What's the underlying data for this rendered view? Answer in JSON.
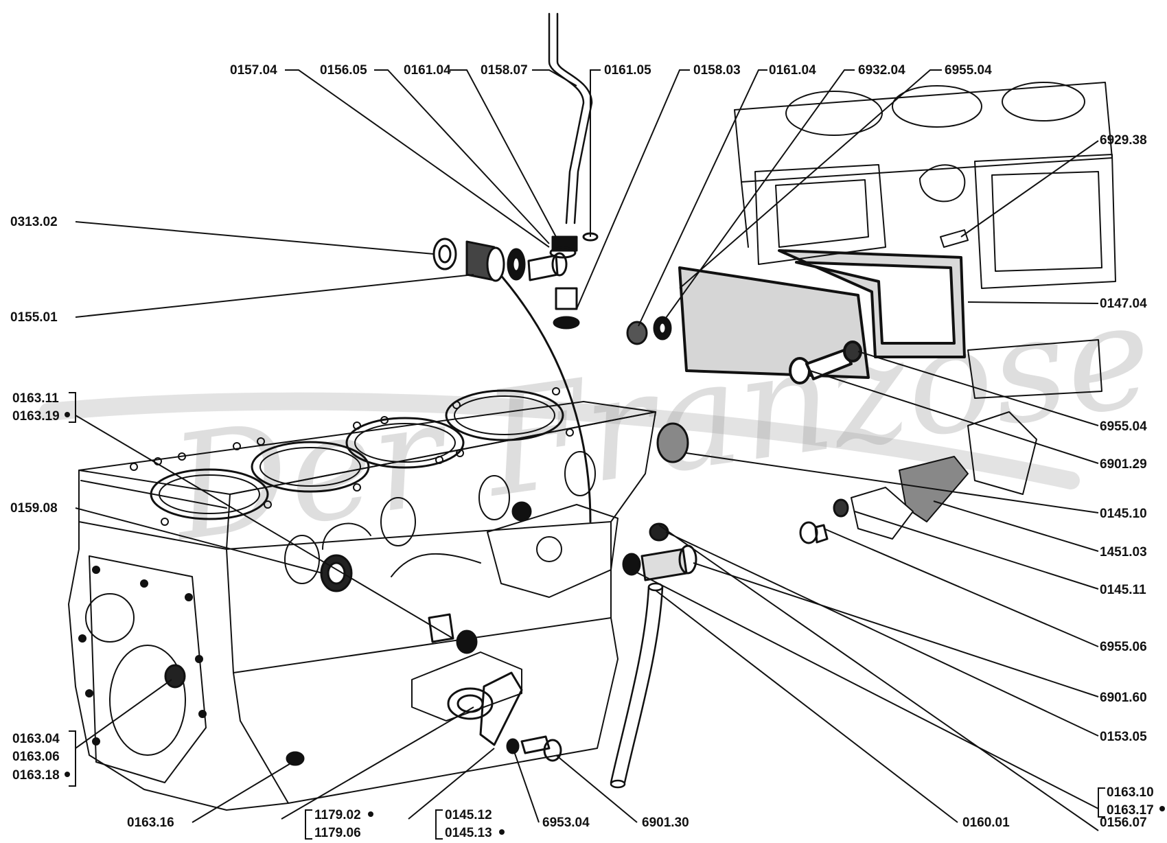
{
  "watermark": {
    "text": "Der Franzose"
  },
  "colors": {
    "ink": "#111111",
    "watermark": "#9a9a9a",
    "background": "#ffffff"
  },
  "labels": {
    "L0157_04": "0157.04",
    "L0156_05": "0156.05",
    "L0161_04a": "0161.04",
    "L0158_07": "0158.07",
    "L0161_05": "0161.05",
    "L0158_03": "0158.03",
    "L0161_04b": "0161.04",
    "L6932_04": "6932.04",
    "L6955_04a": "6955.04",
    "L6929_38": "6929.38",
    "L0313_02": "0313.02",
    "L0155_01": "0155.01",
    "L0147_04": "0147.04",
    "L0163_11": "0163.11",
    "L0163_19": "0163.19",
    "L6955_04b": "6955.04",
    "L6901_29": "6901.29",
    "L0145_10": "0145.10",
    "L0159_08": "0159.08",
    "L1451_03": "1451.03",
    "L0145_11": "0145.11",
    "L6955_06": "6955.06",
    "L6901_60": "6901.60",
    "L0153_05": "0153.05",
    "L0163_04": "0163.04",
    "L0163_06": "0163.06",
    "L0163_18": "0163.18",
    "L0163_10": "0163.10",
    "L0163_17": "0163.17",
    "L0163_16": "0163.16",
    "L1179_02": "1179.02",
    "L1179_06": "1179.06",
    "L0145_12": "0145.12",
    "L0145_13": "0145.13",
    "L6953_04": "6953.04",
    "L6901_30": "6901.30",
    "L0160_01": "0160.01",
    "L0156_07": "0156.07"
  }
}
